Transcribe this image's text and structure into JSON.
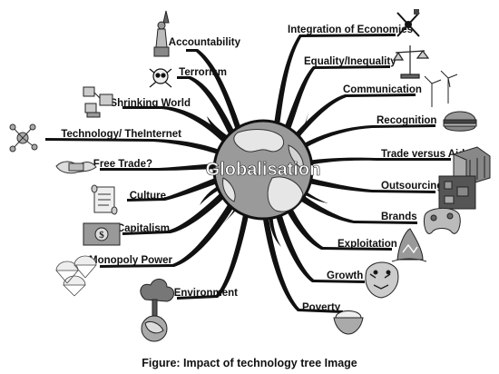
{
  "diagram": {
    "center_label": "Globalisation",
    "caption": "Figure: Impact of technology tree Image",
    "branches_left": [
      {
        "label": "Accountability",
        "icon": "statue-of-liberty-icon"
      },
      {
        "label": "Terrorism",
        "icon": "skull-crossbones-icon"
      },
      {
        "label": "Shrinking World",
        "icon": "computers-network-icon"
      },
      {
        "label": "Technology/ TheInternet",
        "icon": "network-hub-icon"
      },
      {
        "label": "Free Trade?",
        "icon": "money-wings-icon"
      },
      {
        "label": "Culture",
        "icon": "scroll-icon"
      },
      {
        "label": "Capitalism",
        "icon": "dollar-bill-icon"
      },
      {
        "label": "Monopoly Power",
        "icon": "parachutes-icon"
      },
      {
        "label": "Environment",
        "icon": "tree-globe-icon"
      }
    ],
    "branches_right": [
      {
        "label": "Integration of Economies",
        "icon": "crossed-tools-icon"
      },
      {
        "label": "Equality/Inequality",
        "icon": "balance-scale-icon"
      },
      {
        "label": "Communication",
        "icon": "wind-turbines-icon"
      },
      {
        "label": "Recognition",
        "icon": "hamburger-icon"
      },
      {
        "label": "Trade versus Aid",
        "icon": "building-icon"
      },
      {
        "label": "Outsourcing",
        "icon": "circuit-board-icon"
      },
      {
        "label": "Brands",
        "icon": "game-controller-icon"
      },
      {
        "label": "Exploitation",
        "icon": "shark-icon"
      },
      {
        "label": "Growth",
        "icon": "tiger-icon"
      },
      {
        "label": "Poverty",
        "icon": "rice-bowl-icon"
      }
    ]
  }
}
